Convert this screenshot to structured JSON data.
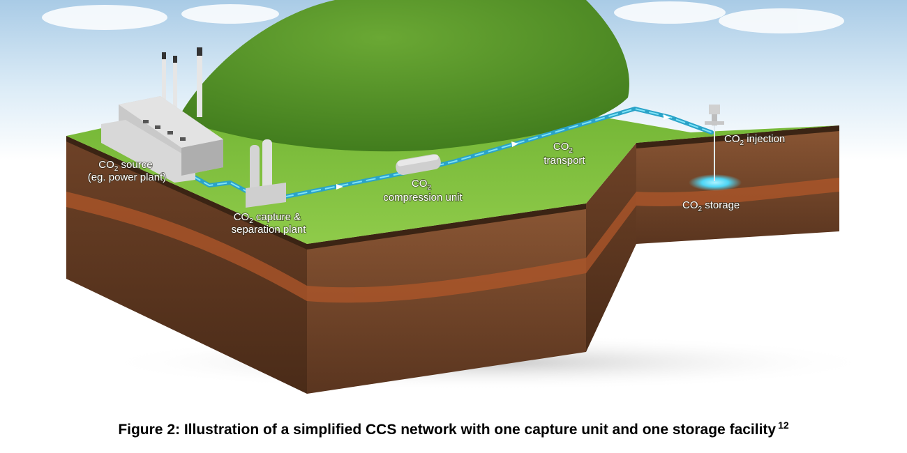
{
  "figure": {
    "caption": "Figure 2: Illustration of a simplified CCS network with one capture unit and one storage facility",
    "footnote_ref": "12"
  },
  "labels": {
    "source": {
      "line1": "CO",
      "sub": "2",
      "line1_rest": " source",
      "line2": "(eg. power plant)"
    },
    "capture": {
      "line1": "CO",
      "sub": "2",
      "line1_rest": " capture &",
      "line2": "separation plant"
    },
    "compression": {
      "line1": "CO",
      "sub": "2",
      "line2": "compression unit"
    },
    "transport": {
      "line1": "CO",
      "sub": "2",
      "line2": "transport"
    },
    "injection": {
      "line1": "CO",
      "sub": "2",
      "line1_rest": " injection"
    },
    "storage": {
      "line1": "CO",
      "sub": "2",
      "line1_rest": " storage"
    }
  },
  "icons": {
    "power_plant": "factory-icon",
    "capture_plant": "silo-icon",
    "compressor": "tank-icon",
    "injection_well": "wellhead-icon"
  },
  "colors": {
    "sky": "#dcecf7",
    "grass": "#7ebd3e",
    "hill": "#5e9a2c",
    "soil": "#7a4a2c",
    "soil_dark": "#4e2f1c",
    "rock_band": "#b0572a",
    "pipeline": "#3fc6e8",
    "storage_glow": "#4fd6f5"
  }
}
